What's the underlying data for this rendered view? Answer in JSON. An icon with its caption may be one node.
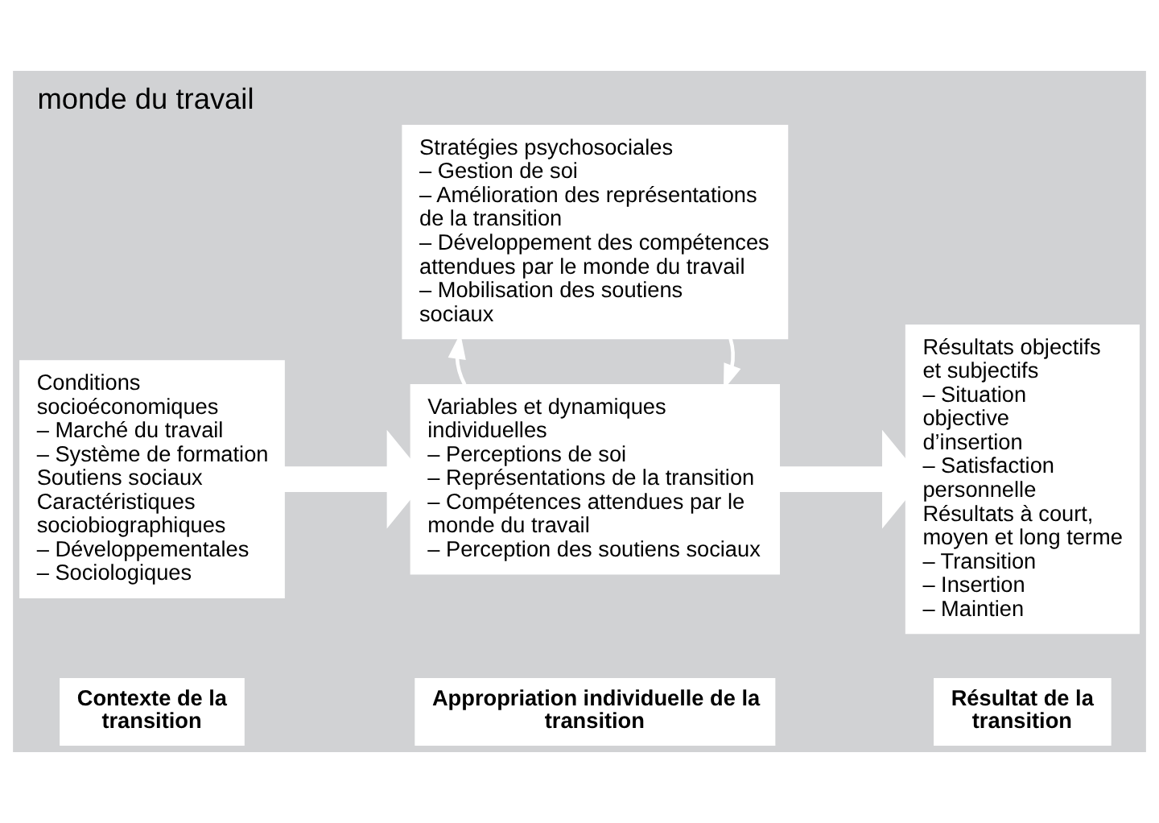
{
  "diagram": {
    "title": "monde du travail",
    "nodes": [
      {
        "text": [
          "Contexte de la transition"
        ]
      },
      {
        "text": [
          "Appropriation individuelle de la transition"
        ]
      },
      {
        "text": [
          "Résultat de la transition"
        ]
      },
      {
        "text": [
          "Conditions socioéconomiques",
          "– Marché du travail",
          "– Système de formation",
          "Soutiens sociaux",
          "Caractéristiques sociobiographiques",
          "– Développementales",
          "– Sociologiques"
        ]
      },
      {
        "text": [
          "Variables et dynamiques individuelles",
          "– Perceptions de soi",
          "– Représentations de la transition",
          "– Compétences attendues par le monde du travail",
          "– Perception des soutiens sociaux"
        ]
      },
      {
        "text": [
          "Stratégies psychosociales",
          "– Gestion de soi",
          "– Amélioration des représentations de la transition",
          "– Développement des compétences attendues par le monde du travail",
          "– Mobilisation des soutiens sociaux"
        ]
      },
      {
        "text": [
          "Résultats objectifs et subjectifs",
          "– Situation objective d’insertion",
          "– Satisfaction personnelle",
          "Résultats à court, moyen et long terme",
          "– Transition",
          "– Insertion",
          "– Maintien"
        ]
      }
    ],
    "edges": [
      {
        "from": 3,
        "to": 4,
        "arrow": "to",
        "style": "thick"
      },
      {
        "from": 4,
        "to": 6,
        "arrow": "to",
        "style": "thick"
      },
      {
        "from": 5,
        "to": 4,
        "arrow": "to"
      },
      {
        "from": 4,
        "to": 5,
        "arrow": "to"
      }
    ]
  }
}
